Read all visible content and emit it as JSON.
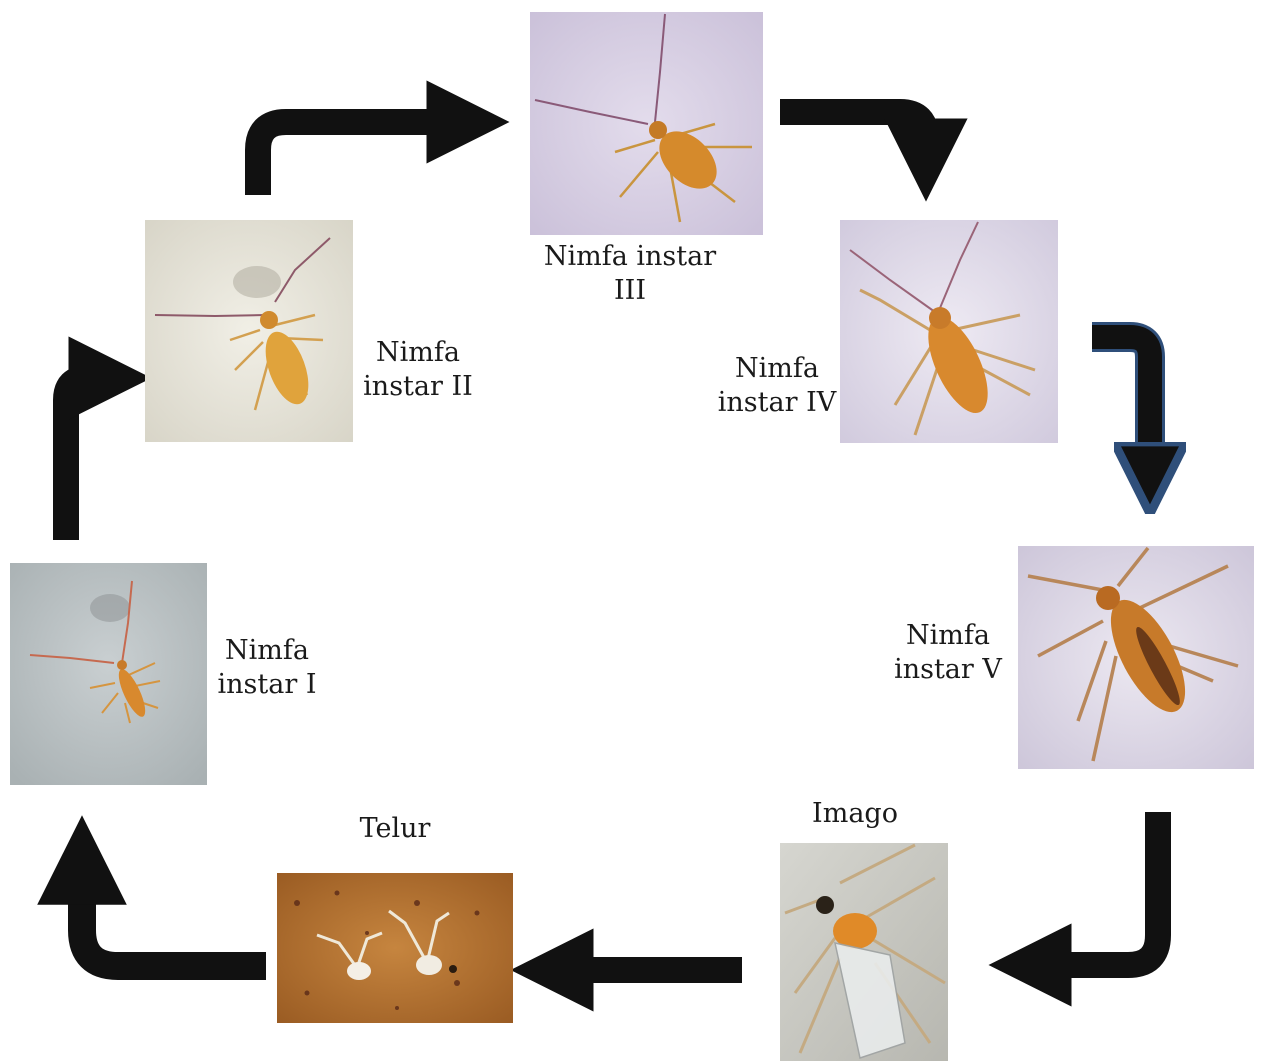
{
  "stages": {
    "instar1": {
      "label": "Nimfa\ninstar I",
      "bg": "#b9c0c2"
    },
    "instar2": {
      "label": "Nimfa\ninstar II",
      "bg": "#e9e7dd"
    },
    "instar3": {
      "label": "Nimfa instar\nIII",
      "bg": "#d7cfe2"
    },
    "instar4": {
      "label": "Nimfa\ninstar IV",
      "bg": "#ded9e8"
    },
    "instar5": {
      "label": "Nimfa\ninstar V",
      "bg": "#dcd8e6"
    },
    "imago": {
      "label": "Imago",
      "bg": "#cfcfc9"
    },
    "telur": {
      "label": "Telur",
      "bg": "#b8763a"
    }
  },
  "colors": {
    "arrow": "#111111",
    "arrow_outline_accent": "#2f4f7a",
    "insect_body": "#d8892e",
    "insect_leg": "#b98a58"
  },
  "icons": [
    "arrow-icon"
  ]
}
